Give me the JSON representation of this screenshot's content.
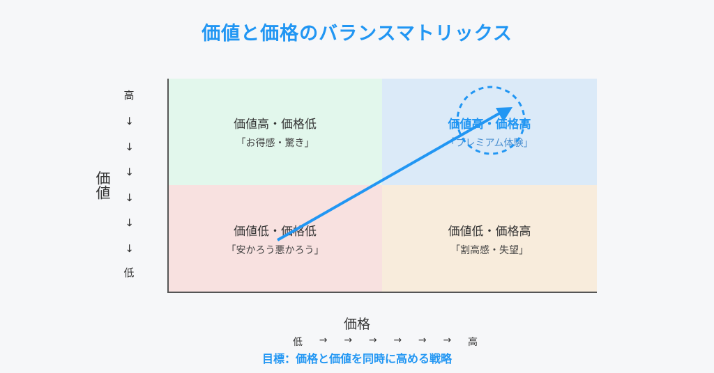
{
  "title": "価値と価格のバランスマトリックス",
  "y_axis": {
    "label": "価値",
    "low": "低",
    "high": "高",
    "arrows": [
      "→",
      "→",
      "→",
      "→",
      "→",
      "→"
    ]
  },
  "x_axis": {
    "label": "価格",
    "low": "低",
    "high": "高",
    "arrows": [
      "→",
      "→",
      "→",
      "→",
      "→",
      "→"
    ]
  },
  "quadrants": {
    "top_left": {
      "title": "価値高・価格低",
      "subtitle": "「お得感・驚き」",
      "color": "#e2f7ec"
    },
    "top_right": {
      "title": "価値高・価格高",
      "subtitle": "「プレミアム体験」",
      "color": "#dbeaf8"
    },
    "bottom_left": {
      "title": "価値低・価格低",
      "subtitle": "「安かろう悪かろう」",
      "color": "#f8e1e0"
    },
    "bottom_right": {
      "title": "価値低・価格高",
      "subtitle": "「割高感・失望」",
      "color": "#f8ecdc"
    }
  },
  "goal": "目標：価格と価値を同時に高める戦略",
  "accent_color": "#2196f3"
}
